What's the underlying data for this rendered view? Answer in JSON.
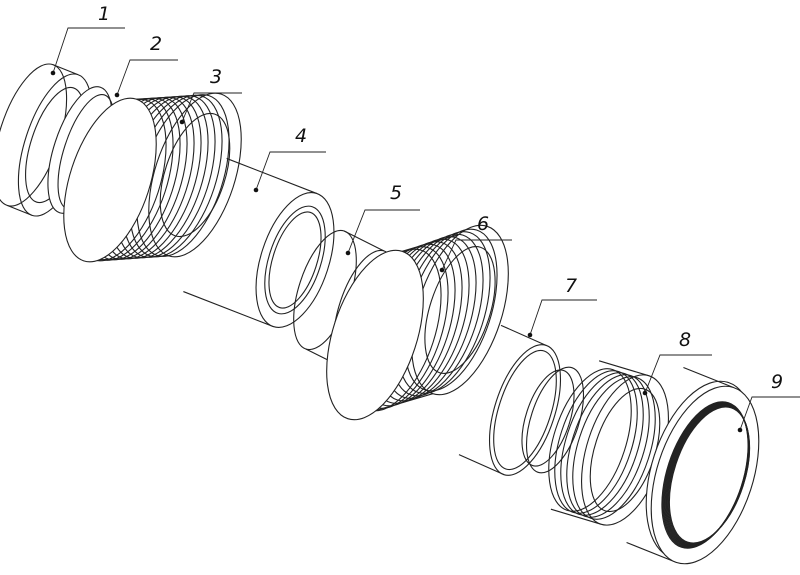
{
  "title": "Exploded view of pipe fitting assembly",
  "callouts": [
    {
      "number": "1"
    },
    {
      "number": "2"
    },
    {
      "number": "3"
    },
    {
      "number": "4"
    },
    {
      "number": "5"
    },
    {
      "number": "6"
    },
    {
      "number": "7"
    },
    {
      "number": "8"
    },
    {
      "number": "9"
    }
  ]
}
